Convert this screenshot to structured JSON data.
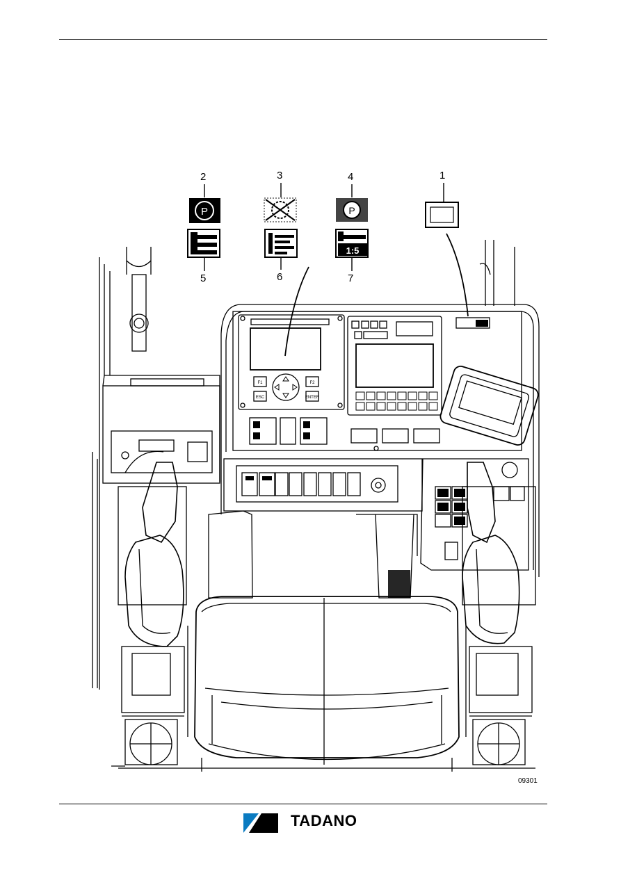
{
  "figure": {
    "callouts": [
      "1",
      "2",
      "3",
      "4",
      "5",
      "6",
      "7"
    ],
    "figure_id": "09301",
    "panel_labels": {
      "f1": "F1",
      "f2": "F2",
      "esc": "ESC",
      "enter": "ENTER",
      "ratio": "1:5",
      "p": "P"
    }
  },
  "footer": {
    "brand": "TADANO"
  }
}
